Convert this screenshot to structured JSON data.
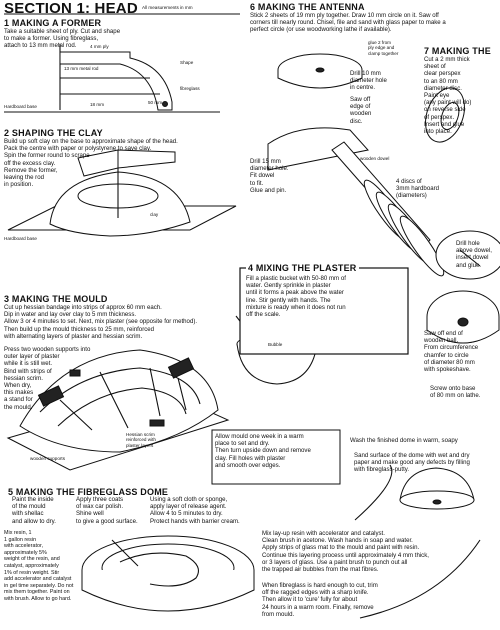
{
  "title": "SECTION 1: HEAD",
  "title_note": "All measurements in mm",
  "s1": {
    "heading": "1 MAKING A FORMER",
    "text": "Take a suitable sheet of ply. Cut and shape\nto make a former. Using fibreglass,\nattach to 13 mm metal rod.",
    "labels": [
      "4 mm ply",
      "13 mm metal rod",
      "Shape",
      "fibreglass",
      "18 mm",
      "50 mm",
      "Hardboard base"
    ]
  },
  "s2": {
    "heading": "2 SHAPING THE CLAY",
    "text": "Build up soft clay on the base to approximate shape of the head.\nPack the centre with paper or polystyrene to save clay.\nSpin the former round to scrape\noff the excess clay.\nRemove the former,\nleaving the rod\nin position.",
    "labels": [
      "clay",
      "Hardboard base"
    ]
  },
  "s3": {
    "heading": "3 MAKING THE MOULD",
    "text": "Cut up hessian bandage into strips of approx 60 mm each.\nDip in water and lay over clay to 5 mm thickness.\nAllow 3 or 4 minutes to set. Next, mix plaster (see opposite for method).\nThen build up the mould thickness to 25 mm, reinforced\nwith alternating layers of plaster and hessian scrim.",
    "text2": "Press two wooden supports into\nouter layer of plaster\nwhile it is still wet.\nBind with strips of\nhessian scrim.\nWhen dry,\nthis makes\na stand for\nthe mould.",
    "labels": [
      "Hessian scrim\nreinforced with\nplaster layers",
      "wooden supports"
    ],
    "note": "Allow mould one week in a warm\nplace to set and dry.\nThen turn upside down and remove\nclay. Fill holes with plaster\nand smooth over edges."
  },
  "s4": {
    "heading": "4 MIXING THE PLASTER",
    "text": "Fill a plastic bucket with 50-80 mm of\nwater. Gently sprinkle in plaster\nuntil it forms a peak above the water\nline. Stir gently with hands. The\nmixture is ready when it does not run\noff the scale.",
    "labels": [
      "Bubble"
    ]
  },
  "s5": {
    "heading": "5 MAKING THE FIBREGLASS DOME",
    "col1": "Paint the inside\nof the mould\nwith shellac\nand allow to dry.",
    "col2": "Apply three coats\nof wax car polish.\nShine well\nto give a good surface.",
    "col3": "Using a soft cloth or sponge,\napply layer of release agent.\nAllow 4 to 5 minutes to dry.\nProtect hands with barrier cream.",
    "col4": "Mix resin, 1\n1 gallon resin\nwith accelerator,\napproximately 5%\nweight of the resin, and\ncatalyst, approximately\n1% of resin weight. Stir\nadd accelerator and catalyst\nin gel time separately. Do not\nmix them together. Paint on\nwith brush. Allow to go hard.",
    "text_mid": "Mix lay-up resin with accelerator and catalyst.\nClean brush in acetone. Wash hands in soap and water.\nApply strips of glass mat to the mould and paint with resin.\nContinue this layering process until approximately 4 mm thick,\nor 3 layers of glass. Use a paint brush to punch out all\nthe trapped air bubbles from the mat fibres.",
    "text_end": "When fibreglass is hard enough to cut, trim\noff the ragged edges with a sharp knife.\nThen allow it to 'cure' fully for about\n24 hours in a warm room. Finally, remove\nfrom mould."
  },
  "s6": {
    "heading": "6 MAKING THE ANTENNA",
    "text": "Stick 2 sheets of 19 mm ply together. Draw 10 mm circle on it. Saw off\ncorners till nearly round. Chisel, file and sand with glass paper to make a\nperfect circle (or use woodworking lathe if available).",
    "labels": [
      "glue 2 from\nply edge and\nclamp together",
      "Drill 10 mm\ndiameter hole\nin centre.",
      "Saw off\nedge of\nwooden\ndisc.",
      "Drill 15 mm\ndiameter hole.\nFit dowel\nto fit.\nGlue and pin.",
      "wooden dowel",
      "4 discs of\n3mm hardboard\n(diameters)"
    ]
  },
  "s7": {
    "heading": "7 MAKING THE",
    "text": "Cut a 2 mm thick\nsheet of\nclear perspex\nto an 80 mm\ndiameter disc.\nPaint eye\n(any paint will do)\non reverse side\nof perspex.\nInsert and glue\ninto place.",
    "labels": [
      "Drill hole\nabove dowel,\ninsert dowel\nand glue.",
      "Saw off end of\nwooden ball.\nFrom circumference\nchamfer to circle\nof diameter 80 mm\nwith spokeshave.",
      "Screw onto base\nof 80 mm on lathe."
    ]
  },
  "finish": {
    "text": "Wash the finished dome in warm, soapy",
    "text2": "Sand surface of the dome with wet and dry\npaper and make good any defects by filling\nwith fibreglass-putty."
  }
}
